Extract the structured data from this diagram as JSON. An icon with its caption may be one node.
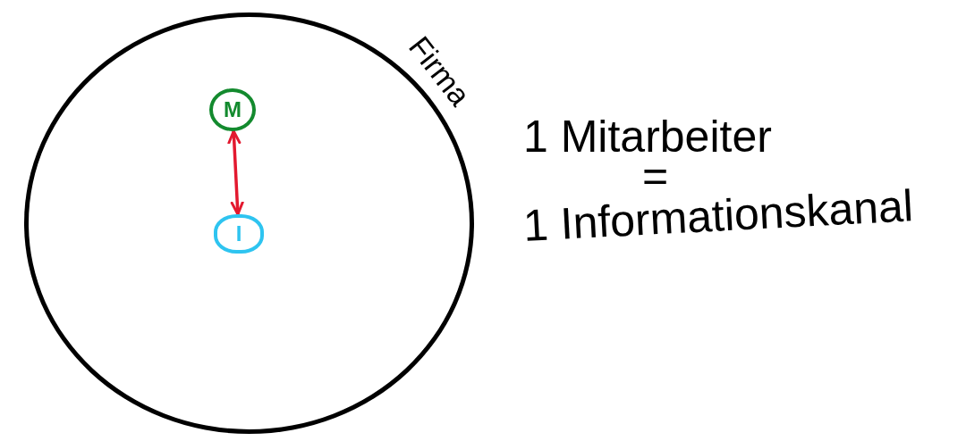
{
  "diagram": {
    "nodes": [
      {
        "text": [
          "Firma"
        ]
      },
      {
        "text": [
          "M"
        ],
        "in": 0
      },
      {
        "text": [
          "I"
        ],
        "in": 0
      }
    ],
    "edges": [
      {
        "from": 1,
        "to": 2,
        "arrow": "both",
        "color": "#e3192f"
      }
    ],
    "labels": [
      "1 Mitarbeiter",
      "=",
      "1 Informationskanal"
    ]
  }
}
